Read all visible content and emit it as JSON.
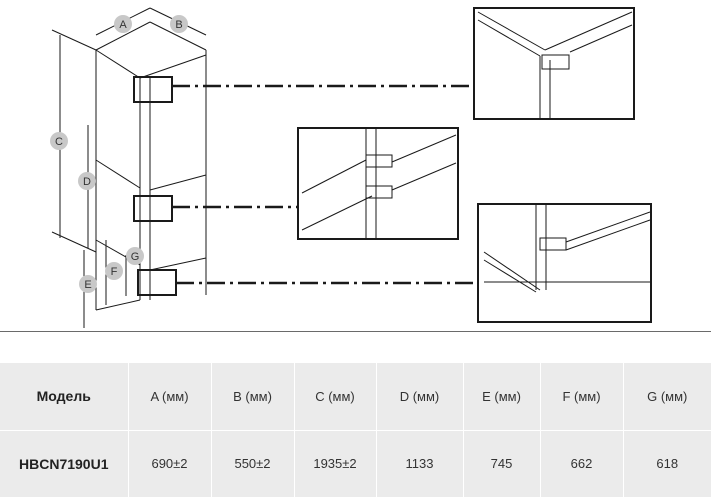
{
  "figure": {
    "labels": {
      "A": "A",
      "B": "B",
      "C": "C",
      "D": "D",
      "E": "E",
      "F": "F",
      "G": "G"
    }
  },
  "table": {
    "model_header": "Модель",
    "headers": [
      "A (мм)",
      "B (мм)",
      "C (мм)",
      "D (мм)",
      "E (мм)",
      "F (мм)",
      "G (мм)"
    ],
    "model_value": "HBCN7190U1",
    "values": [
      "690±2",
      "550±2",
      "1935±2",
      "1133",
      "745",
      "662",
      "618"
    ]
  },
  "colors": {
    "line": "#1a1a1a",
    "badge": "#c8c8c8",
    "table_bg": "#ebebeb"
  }
}
